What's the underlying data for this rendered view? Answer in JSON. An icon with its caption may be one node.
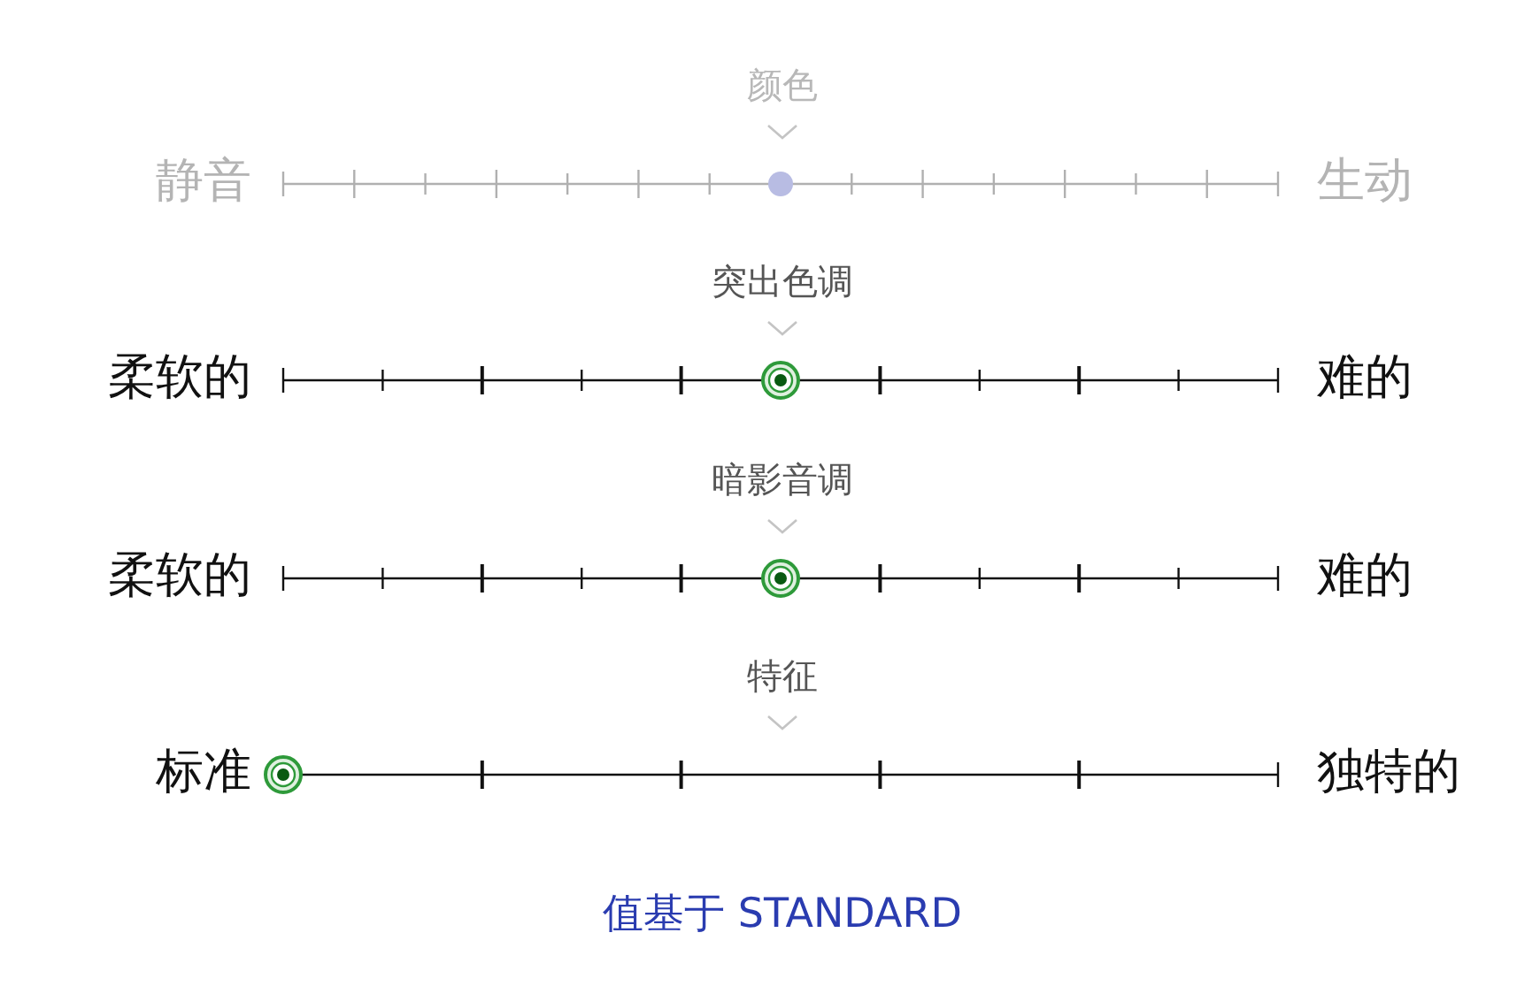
{
  "diagram": {
    "caption": "值基于 STANDARD",
    "labels": [
      "颜色",
      "静音",
      "生动",
      "突出色调",
      "柔软的",
      "难的",
      "暗影音调",
      "柔软的",
      "难的",
      "特征",
      "标准",
      "独特的"
    ]
  }
}
